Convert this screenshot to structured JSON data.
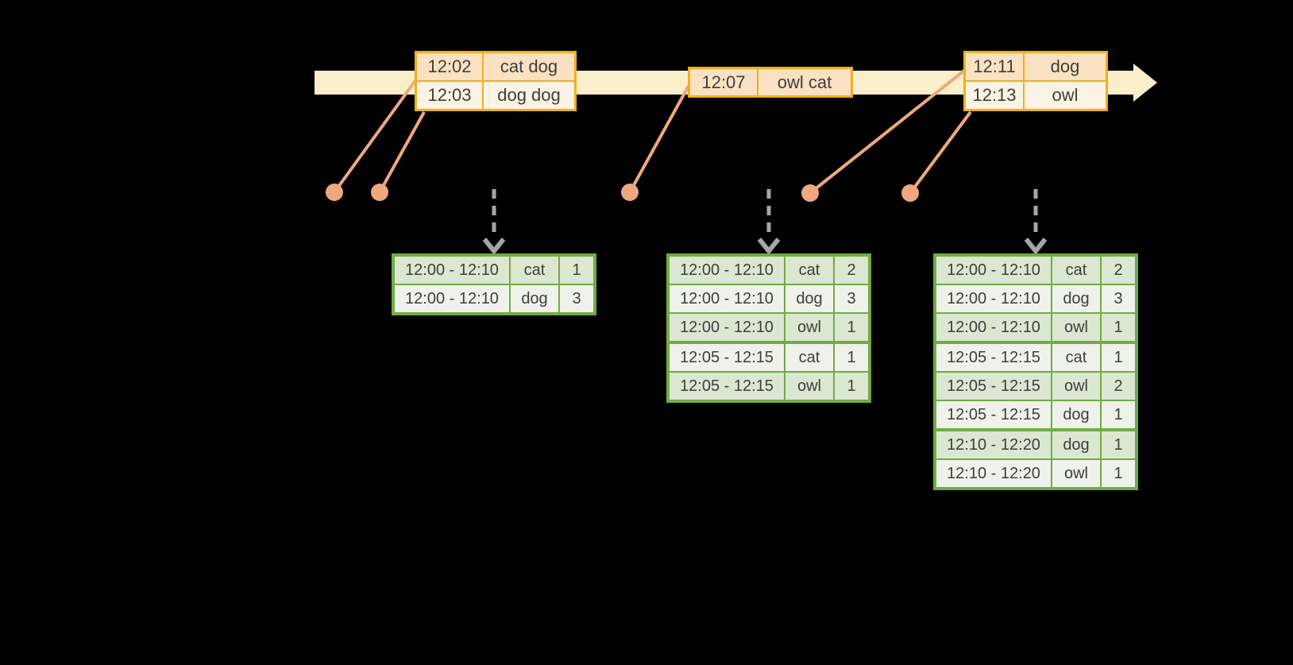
{
  "colors": {
    "background": "#000000",
    "timeline_band": "#FBEFCB",
    "event_border": "#EFAF1D",
    "event_row_peach": "#FAE1C1",
    "event_row_cream": "#FDF3E4",
    "connector_salmon": "#EFA87D",
    "result_border": "#72AB44",
    "result_row_green": "#DBE7D1",
    "result_row_pale": "#EEF2EA",
    "arrow_gray": "#A6A6A6",
    "text": "#3E3E3E"
  },
  "timeline": {
    "event_tables": [
      {
        "rows": [
          {
            "time": "12:02",
            "words": "cat dog"
          },
          {
            "time": "12:03",
            "words": "dog dog"
          }
        ]
      },
      {
        "rows": [
          {
            "time": "12:07",
            "words": "owl cat"
          }
        ]
      },
      {
        "rows": [
          {
            "time": "12:11",
            "words": "dog"
          },
          {
            "time": "12:13",
            "words": "owl"
          }
        ]
      }
    ]
  },
  "result_tables": [
    {
      "rows": [
        {
          "window": "12:00 - 12:10",
          "word": "cat",
          "count": "1"
        },
        {
          "window": "12:00 - 12:10",
          "word": "dog",
          "count": "3"
        }
      ]
    },
    {
      "rows": [
        {
          "window": "12:00 - 12:10",
          "word": "cat",
          "count": "2"
        },
        {
          "window": "12:00 - 12:10",
          "word": "dog",
          "count": "3"
        },
        {
          "window": "12:00 - 12:10",
          "word": "owl",
          "count": "1"
        },
        {
          "window": "12:05 - 12:15",
          "word": "cat",
          "count": "1"
        },
        {
          "window": "12:05 - 12:15",
          "word": "owl",
          "count": "1"
        }
      ]
    },
    {
      "rows": [
        {
          "window": "12:00 - 12:10",
          "word": "cat",
          "count": "2"
        },
        {
          "window": "12:00 - 12:10",
          "word": "dog",
          "count": "3"
        },
        {
          "window": "12:00 - 12:10",
          "word": "owl",
          "count": "1"
        },
        {
          "window": "12:05 - 12:15",
          "word": "cat",
          "count": "1"
        },
        {
          "window": "12:05 - 12:15",
          "word": "owl",
          "count": "2"
        },
        {
          "window": "12:05 - 12:15",
          "word": "dog",
          "count": "1"
        },
        {
          "window": "12:10 - 12:20",
          "word": "dog",
          "count": "1"
        },
        {
          "window": "12:10 - 12:20",
          "word": "owl",
          "count": "1"
        }
      ]
    }
  ]
}
